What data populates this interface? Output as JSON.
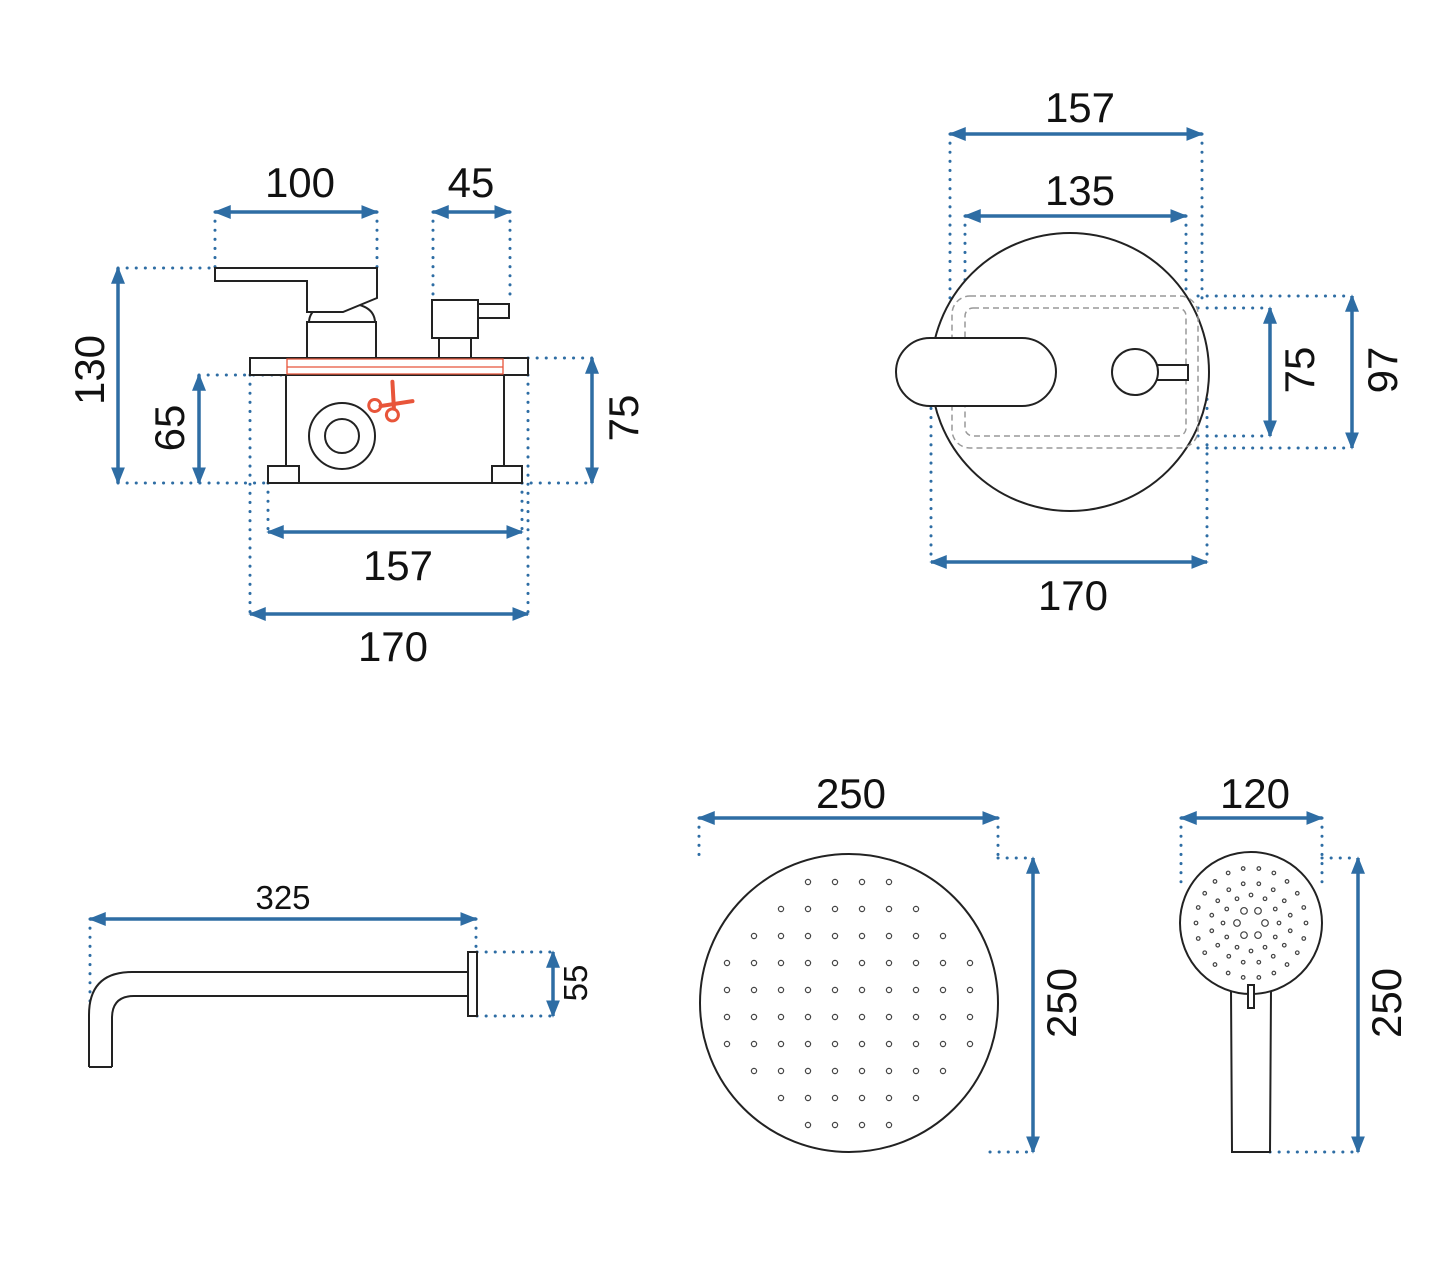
{
  "colors": {
    "dimension": "#2e6da4",
    "outline": "#222222",
    "cut_mark": "#e8553a"
  },
  "mixer_side_view": {
    "lever_width": "100",
    "diverter_width": "45",
    "total_height": "130",
    "box_depth": "65",
    "plate_height": "75",
    "box_width": "157",
    "plate_width": "170",
    "icon": "scissors-icon"
  },
  "mixer_front_view": {
    "outer_width": "157",
    "inner_width": "135",
    "inner_height": "75",
    "outer_height": "97",
    "cover_diameter": "170"
  },
  "shower_arm": {
    "length": "325",
    "flange_height": "55"
  },
  "rain_shower_head": {
    "width": "250",
    "height": "250"
  },
  "hand_shower": {
    "width": "120",
    "height": "250"
  }
}
